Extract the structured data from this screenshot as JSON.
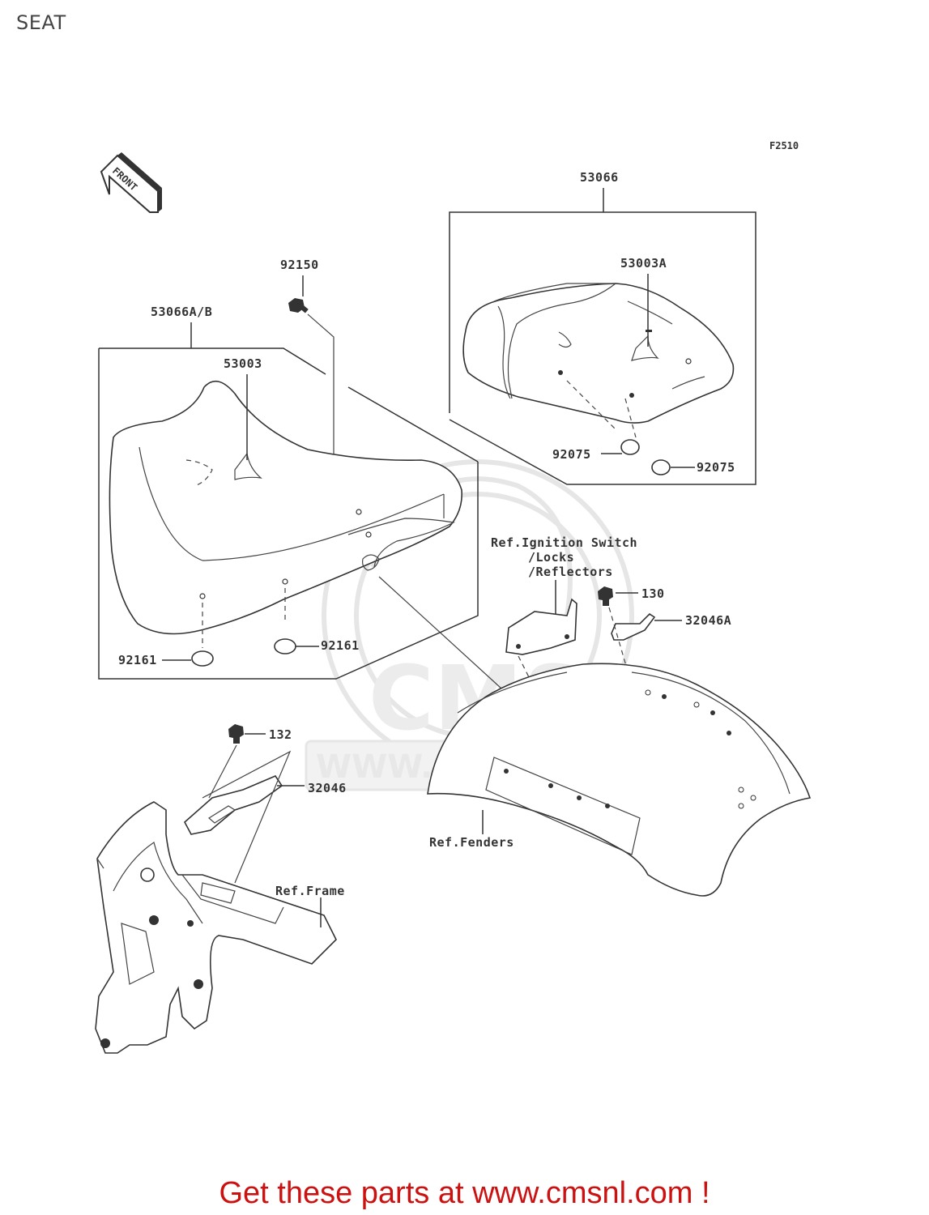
{
  "page": {
    "title": "SEAT"
  },
  "diagram": {
    "figure_code": "F2510",
    "front_marker": "FRONT",
    "labels": {
      "rear_seat_assy": "53066",
      "rear_seat_cover": "53003A",
      "rear_damper_left": "92075",
      "rear_damper_right": "92075",
      "bolt_top": "92150",
      "front_seat_assy": "53066A/B",
      "front_seat_cover": "53003",
      "front_damper_left": "92161",
      "front_damper_right": "92161",
      "ref_ignition_1": "Ref.Ignition Switch",
      "ref_ignition_2": "/Locks",
      "ref_ignition_3": "/Reflectors",
      "bolt_130": "130",
      "bracket_32046a": "32046A",
      "bolt_132": "132",
      "bracket_32046": "32046",
      "ref_fenders": "Ref.Fenders",
      "ref_frame": "Ref.Frame"
    },
    "watermark": {
      "big": "CMS",
      "url": "WWW.CMSNL.COM"
    }
  },
  "footer": {
    "cta": "Get these parts at www.cmsnl.com !"
  },
  "colors": {
    "footer": "#cc1111",
    "ink": "#333333",
    "watermark": "#e6e6e6"
  }
}
